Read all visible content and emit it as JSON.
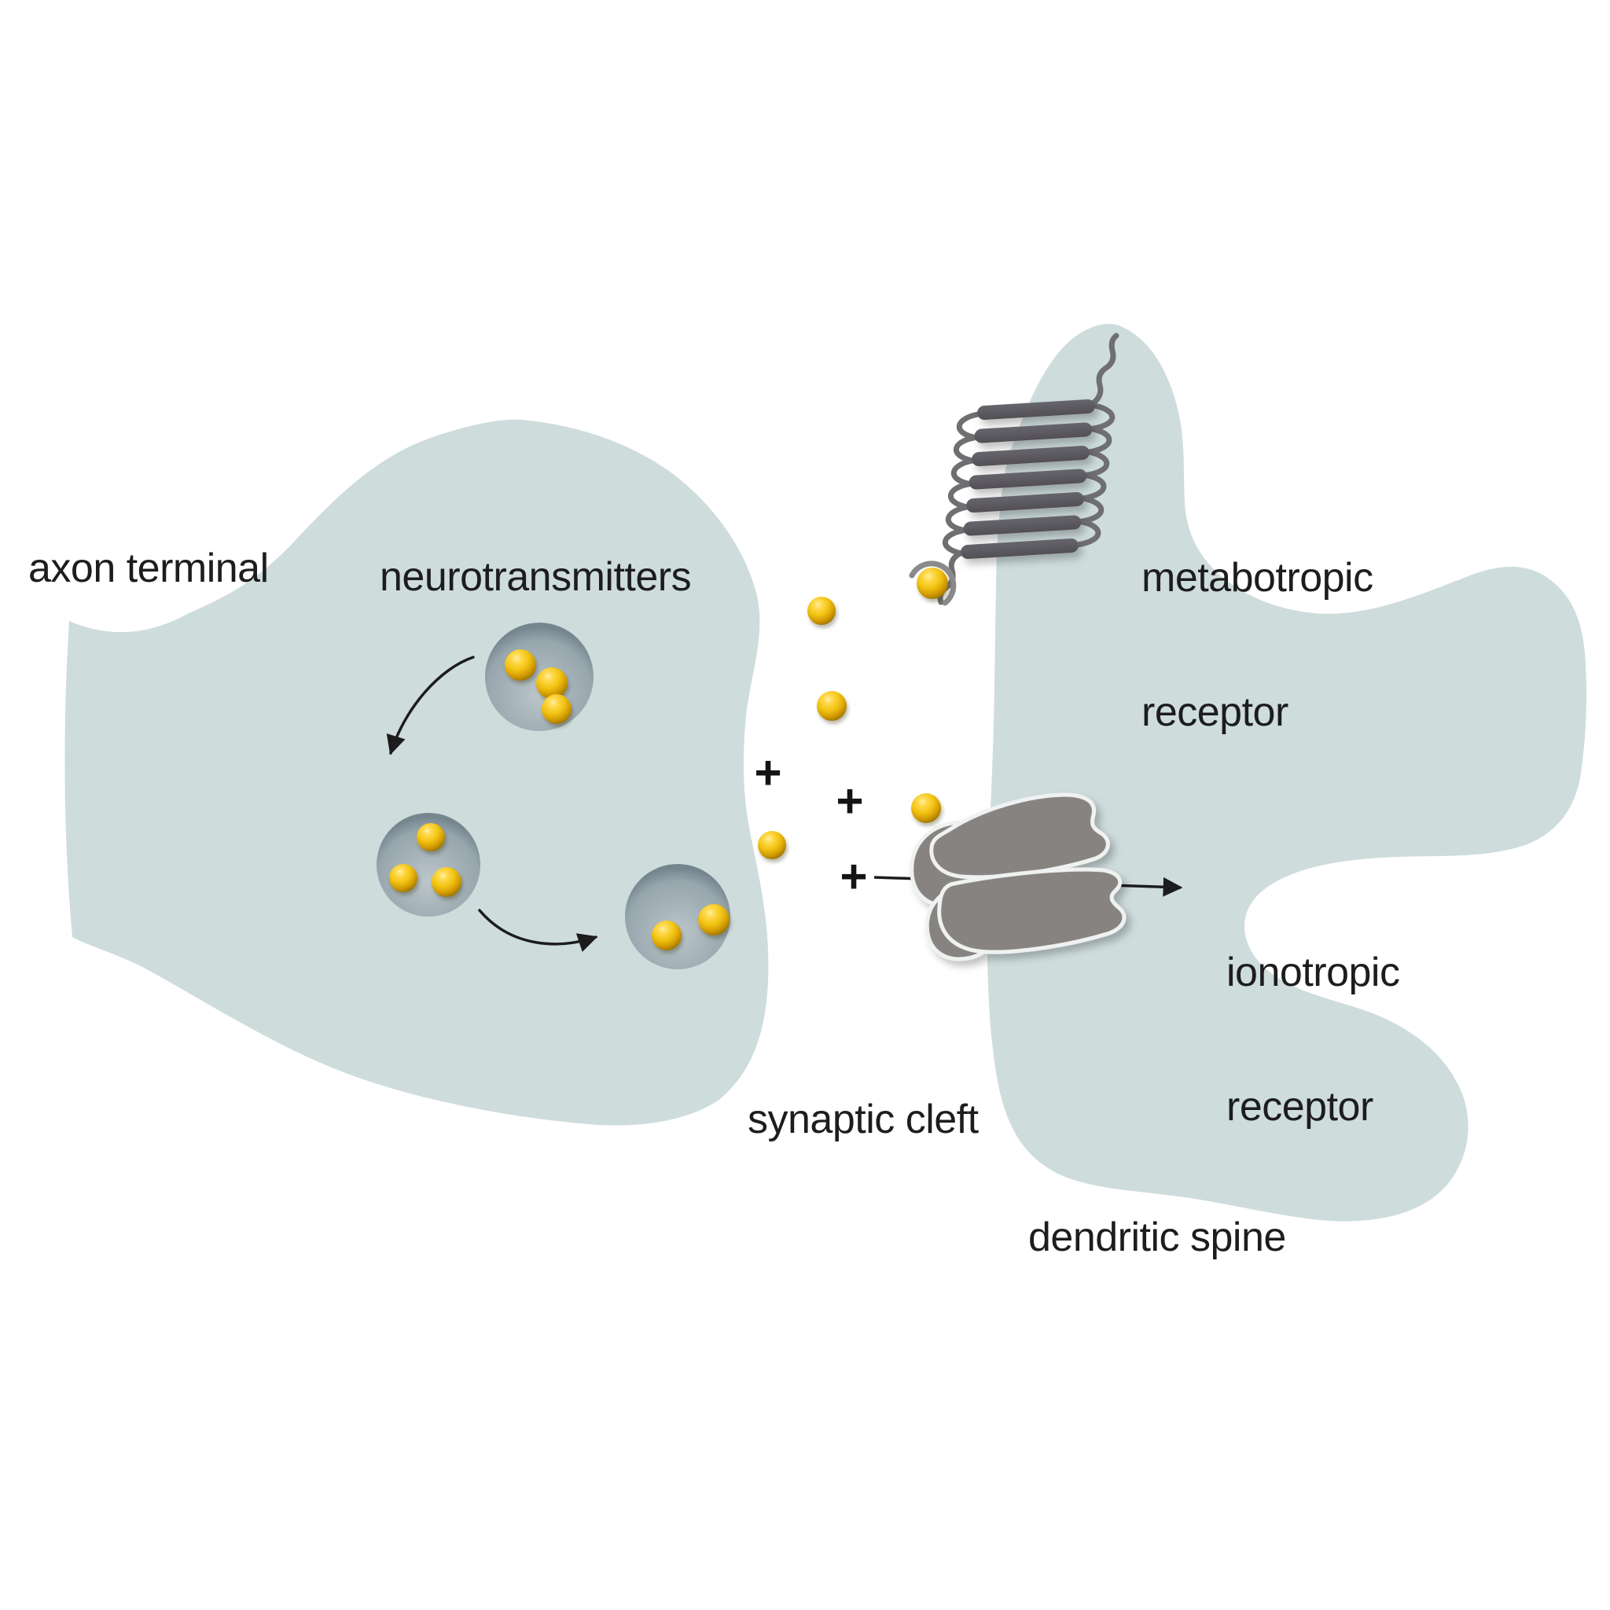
{
  "labels": {
    "axon_terminal": "axon terminal",
    "neurotransmitters": "neurotransmitters",
    "metabotropic_line1": "metabotropic",
    "metabotropic_line2": "receptor",
    "ionotropic_line1": "ionotropic",
    "ionotropic_line2": "receptor",
    "synaptic_cleft": "synaptic cleft",
    "dendritic_spine": "dendritic spine",
    "plus_sign": "+"
  },
  "colors": {
    "background": "#ffffff",
    "cell_fill": "#cedcdc",
    "vesicle_mid": "#a6b3b9",
    "neurotransmitter_yellow": "#f2c413",
    "receptor_dark": "#5c5a60",
    "receptor_gray": "#868381",
    "loop_gray": "#6f6f72",
    "arrow": "#1c1c1c",
    "text": "#1d1d1d"
  },
  "diagram": {
    "presynaptic_cell": "axon terminal",
    "postsynaptic_cell": "dendritic spine",
    "gap_region": "synaptic cleft",
    "vesicle_count": 3,
    "vesicle_neurotransmitter_counts": [
      3,
      3,
      2
    ],
    "free_neurotransmitters_in_cleft": 3,
    "bound_neurotransmitters": 2,
    "plus_sign_count": 3,
    "metabotropic_helix_count": 7,
    "receptors": [
      "metabotropic receptor",
      "ionotropic receptor"
    ]
  }
}
